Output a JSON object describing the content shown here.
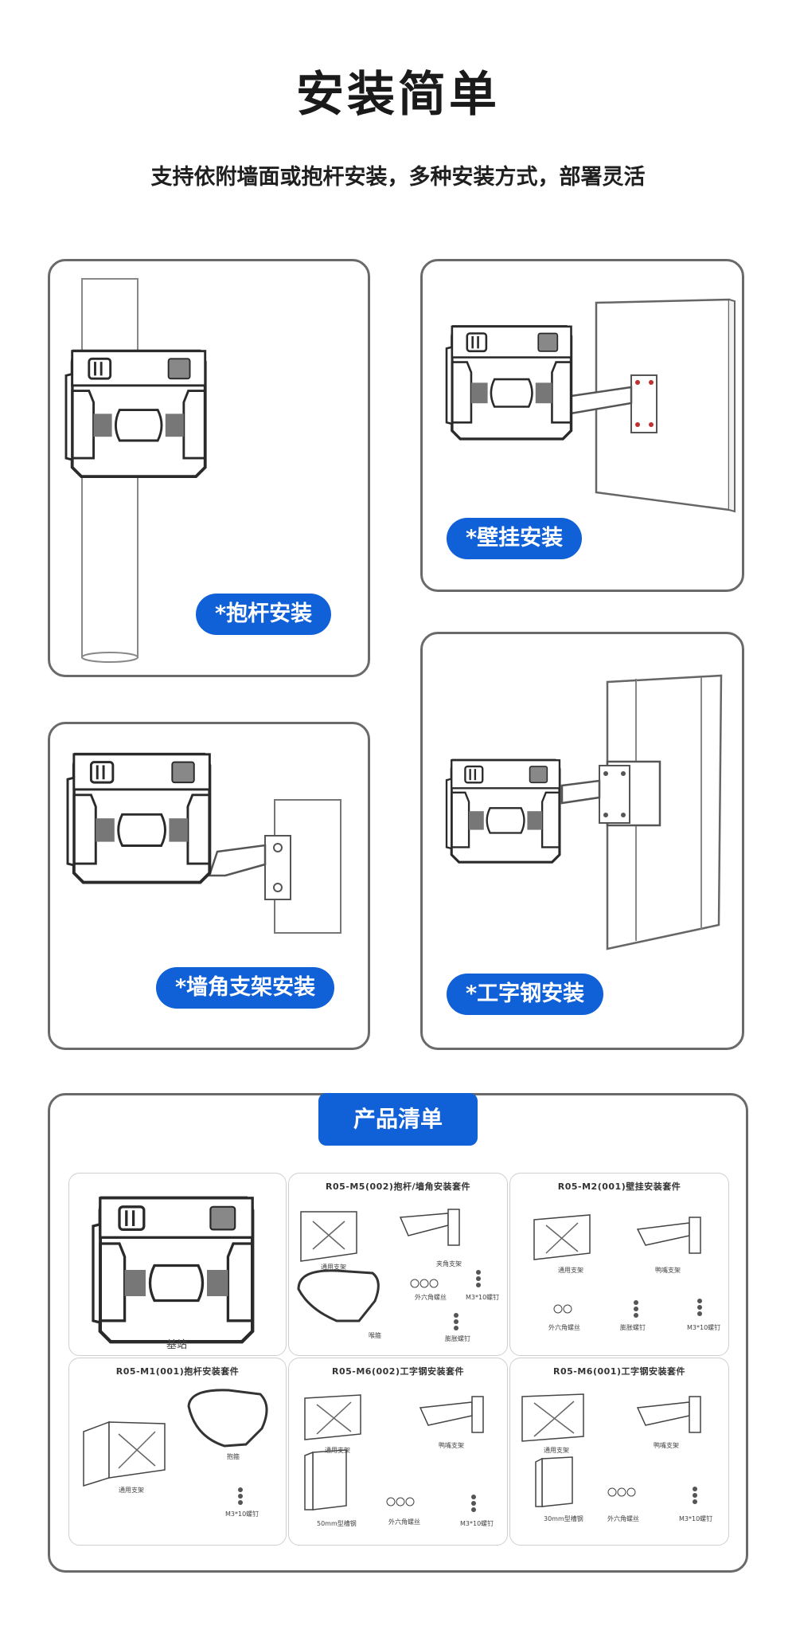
{
  "header": {
    "title": "安装简单",
    "subtitle": "支持依附墙面或抱杆安装，多种安装方式，部署灵活"
  },
  "install_methods": [
    {
      "label": "*抱杆安装"
    },
    {
      "label": "*壁挂安装"
    },
    {
      "label": "*墙角支架安装"
    },
    {
      "label": "*工字钢安装"
    }
  ],
  "product_list": {
    "title": "产品清单",
    "cells": [
      {
        "title": "",
        "parts": [
          "基站"
        ]
      },
      {
        "title": "R05-M5(002)抱杆/墙角安装套件",
        "parts": [
          "通用支架",
          "夹角支架",
          "外六角螺丝",
          "M3*10螺钉",
          "喉箍",
          "膨胀螺钉"
        ]
      },
      {
        "title": "R05-M2(001)壁挂安装套件",
        "parts": [
          "通用支架",
          "鸭嘴支架",
          "外六角螺丝",
          "膨胀螺钉",
          "M3*10螺钉"
        ]
      },
      {
        "title": "R05-M1(001)抱杆安装套件",
        "parts": [
          "抱箍",
          "通用支架",
          "M3*10螺钉"
        ]
      },
      {
        "title": "R05-M6(002)工字钢安装套件",
        "parts": [
          "通用支架",
          "鸭嘴支架",
          "50mm型槽钢",
          "外六角螺丝",
          "M3*10螺钉"
        ]
      },
      {
        "title": "R05-M6(001)工字钢安装套件",
        "parts": [
          "通用支架",
          "鸭嘴支架",
          "30mm型槽钢",
          "外六角螺丝",
          "M3*10螺钉"
        ]
      }
    ]
  },
  "colors": {
    "accent": "#1060d8",
    "border": "#6a6a6a"
  }
}
